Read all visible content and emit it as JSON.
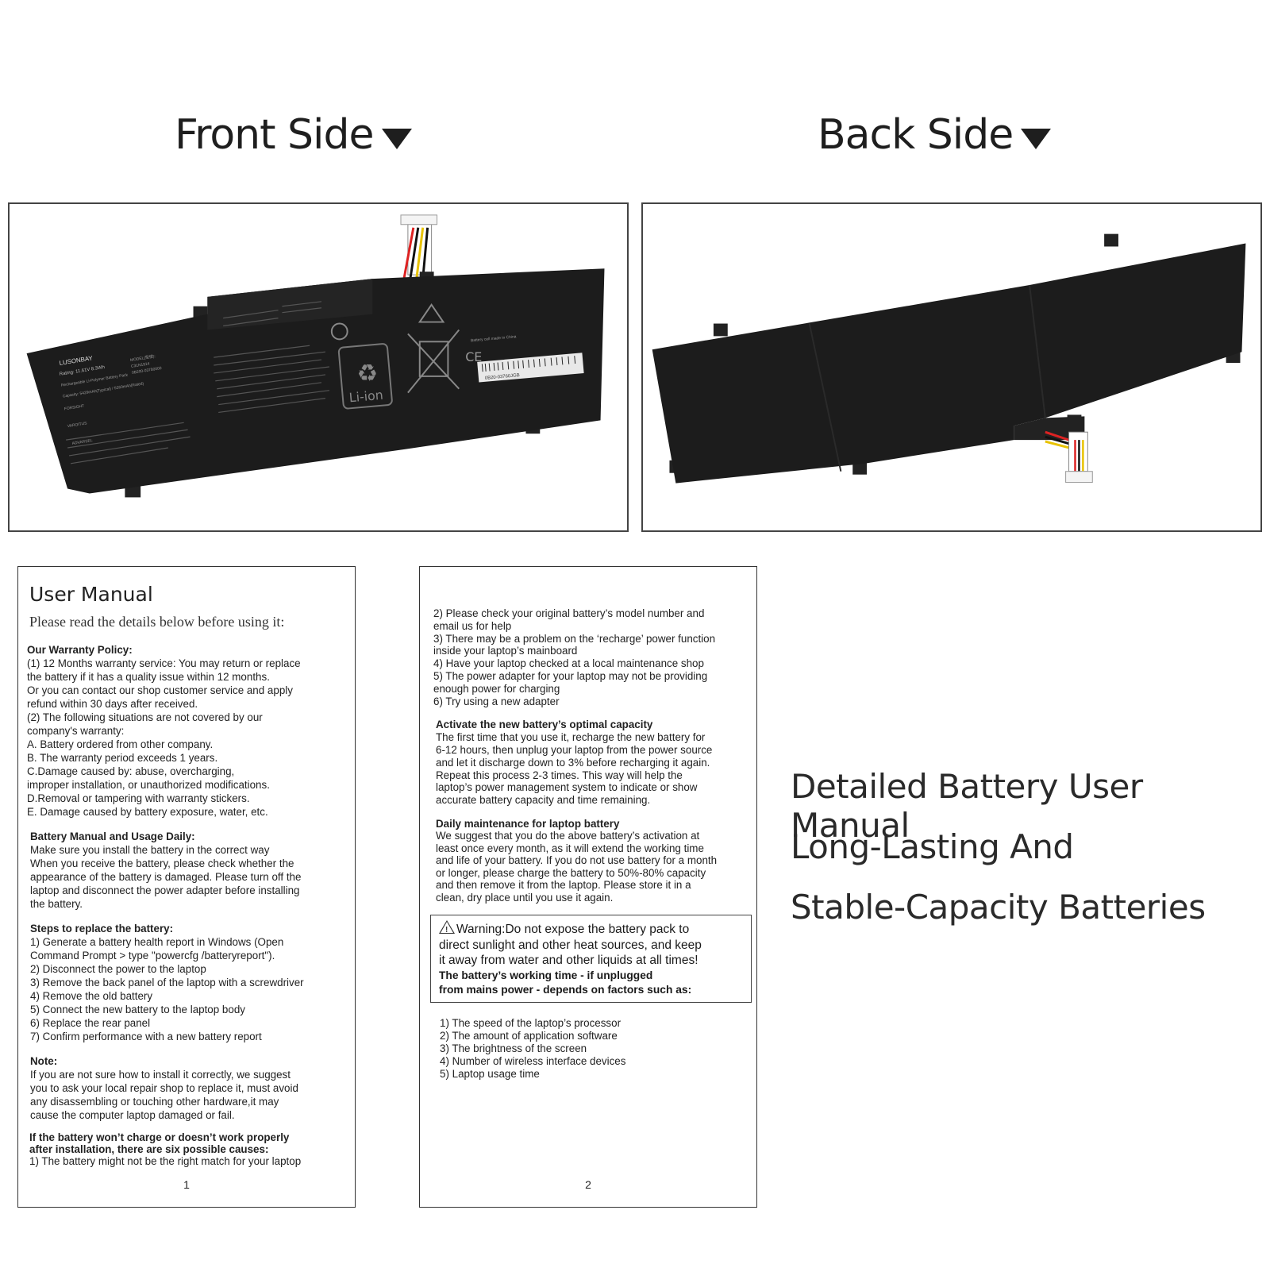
{
  "headers": {
    "front": "Front  Side",
    "back": "Back Side"
  },
  "battery_front": {
    "brand": "LUSONBAY",
    "rating": "Rating: 11.61V  8.3Wh",
    "small_lines": [
      "Rechargeable Li-Polymer Battery Pack",
      "Capacity: 5429mAh(Typical) / 5260mAh(Rated)",
      "FORSIGHT",
      "VAROITUS",
      "ADVARSEL"
    ],
    "model_block": [
      "MODEL(型號):",
      "C31N1914",
      "0B200-03780000"
    ],
    "li_ion": "Li-ion",
    "ce": "CE",
    "barcode_text": "0B20-03760JGB",
    "made_in": "Battery cell made in China"
  },
  "manual_page1": {
    "title": "User Manual",
    "subtitle": "Please read the details below before using it:",
    "warranty_heading": "Our Warranty Policy:",
    "warranty_lines": [
      "(1) 12 Months warranty service: You may return or replace",
      "the battery if it has a quality issue within 12 months.",
      "Or you can contact our shop customer service and apply",
      "refund within 30 days after received.",
      "(2) The following situations are not covered by our",
      "company's warranty:",
      "A. Battery ordered from other company.",
      "B. The warranty period exceeds 1 years.",
      "C.Damage caused by: abuse, overcharging,",
      "improper installation, or unauthorized modifications.",
      "D.Removal or tampering with warranty stickers.",
      "E. Damage caused by battery exposure, water, etc."
    ],
    "usage_heading": "Battery Manual and Usage Daily:",
    "usage_lines": [
      "Make sure you install the battery in the correct way",
      "When you receive the battery, please check whether the",
      "appearance of the battery is damaged. Please turn off the",
      "laptop and disconnect the power adapter before installing",
      "the battery."
    ],
    "steps_heading": "Steps to replace the battery:",
    "steps_lines": [
      "1) Generate a battery health report in Windows (Open",
      "Command Prompt > type \"powercfg /batteryreport\").",
      "2) Disconnect the power to the laptop",
      "3) Remove the back panel of the laptop with a screwdriver",
      "4) Remove the old battery",
      "5) Connect the new battery to the laptop body",
      "6) Replace the rear panel",
      "7) Confirm performance with a new battery report"
    ],
    "note_heading": "Note:",
    "note_lines": [
      "If you are not sure how to install it correctly, we suggest",
      "you to ask your local repair shop to replace it, must avoid",
      " any disassembling or touching other hardware,it may",
      "cause the computer laptop damaged or fail."
    ],
    "charge_heading_1": "If the battery won’t charge or doesn’t work properly",
    "charge_heading_2": "after installation, there are six possible causes:",
    "charge_line": "1) The battery might not be the right match for your laptop",
    "page": "1"
  },
  "manual_page2": {
    "cause_lines": [
      "2) Please check your original battery’s model number and",
      "email us for help",
      "3) There may be a problem on the ‘recharge’ power function",
      "inside your laptop’s mainboard",
      "4) Have your laptop checked at a local maintenance shop",
      "5) The power adapter for your laptop may not be providing",
      "enough power for charging",
      "6) Try using a new adapter"
    ],
    "activate_heading": "Activate the new battery’s optimal capacity",
    "activate_lines": [
      "The first time that you use it, recharge the new battery for",
      "6-12 hours, then unplug your laptop from the power source",
      "and let it discharge down to 3% before recharging it again.",
      "Repeat this process 2-3 times. This way will help the",
      "laptop’s power management system to indicate or show",
      "accurate battery capacity and time remaining."
    ],
    "daily_heading": "Daily maintenance for laptop battery",
    "daily_lines": [
      "We suggest that you do the above battery’s activation at",
      "least once every month, as it will extend the working time",
      "and life of your battery. If you do not use battery for a month",
      "or longer, please charge the battery to 50%-80% capacity",
      "and then remove it from the laptop. Please store it in a",
      "clean, dry place until you use it again."
    ],
    "warning_lines": [
      "Warning:Do not expose the battery pack to",
      "direct sunlight and other heat sources, and keep",
      "it away from water and other liquids at all times!"
    ],
    "warning_bold_lines": [
      "The battery’s working time - if unplugged",
      "from mains power - depends on factors such as:"
    ],
    "factor_lines": [
      "1) The speed of the laptop’s processor",
      "2) The amount of application software",
      "3) The brightness of the screen",
      "4) Number of wireless interface devices",
      "5) Laptop usage time"
    ],
    "page": "2"
  },
  "promo": {
    "line1": "Detailed Battery User Manual",
    "line2": "Long-Lasting And",
    "line3": "Stable-Capacity Batteries"
  },
  "colors": {
    "battery_body": "#1c1c1c",
    "text": "#1a1a1a"
  }
}
